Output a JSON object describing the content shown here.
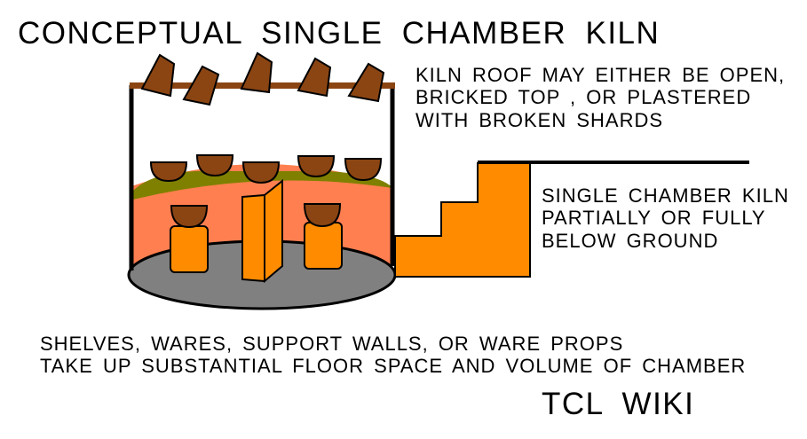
{
  "title": "CONCEPTUAL SINGLE CHAMBER KILN",
  "roof_note": {
    "lines": [
      "KILN ROOF MAY EITHER BE OPEN,",
      "BRICKED TOP , OR PLASTERED",
      "WITH BROKEN SHARDS"
    ]
  },
  "ground_note": {
    "lines": [
      "SINGLE CHAMBER KILN",
      "PARTIALLY OR FULLY",
      "BELOW  GROUND"
    ]
  },
  "shelves_note": {
    "lines": [
      "SHELVES, WARES, SUPPORT WALLS, OR  WARE PROPS",
      "TAKE UP SUBSTANTIAL FLOOR SPACE AND VOLUME OF CHAMBER"
    ]
  },
  "footer": "TCL  WIKI",
  "colors": {
    "shard_brown": "#8B4513",
    "roof_beam": "#8B4513",
    "fill_orange": "#FF7F50",
    "olive_layer": "#808000",
    "floor_gray": "#808080",
    "prop_orange": "#FF8C00",
    "outline": "#000000"
  }
}
